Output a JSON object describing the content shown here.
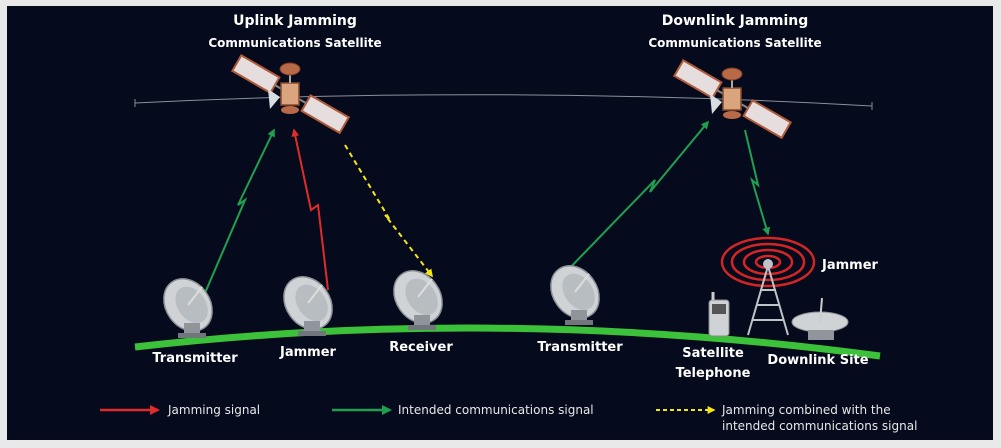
{
  "uplink": {
    "title": "Uplink Jamming",
    "subtitle": "Communications Satellite"
  },
  "downlink": {
    "title": "Downlink Jamming",
    "subtitle": "Communications Satellite"
  },
  "ground_labels": {
    "transmitter_1": "Transmitter",
    "jammer_1": "Jammer",
    "receiver": "Receiver",
    "transmitter_2": "Transmitter",
    "satellite_telephone_1": "Satellite",
    "satellite_telephone_2": "Telephone",
    "downlink_site": "Downlink Site",
    "jammer_2": "Jammer"
  },
  "legend": {
    "jamming": "Jamming signal",
    "intended": "Intended communications signal",
    "combined_1": "Jamming combined with the",
    "combined_2": "intended communications signal"
  },
  "colors": {
    "background": "#050a1c",
    "jamming": "#e02b2b",
    "intended": "#1fa050",
    "combined": "#f5e614",
    "ground": "#3cc13a"
  }
}
